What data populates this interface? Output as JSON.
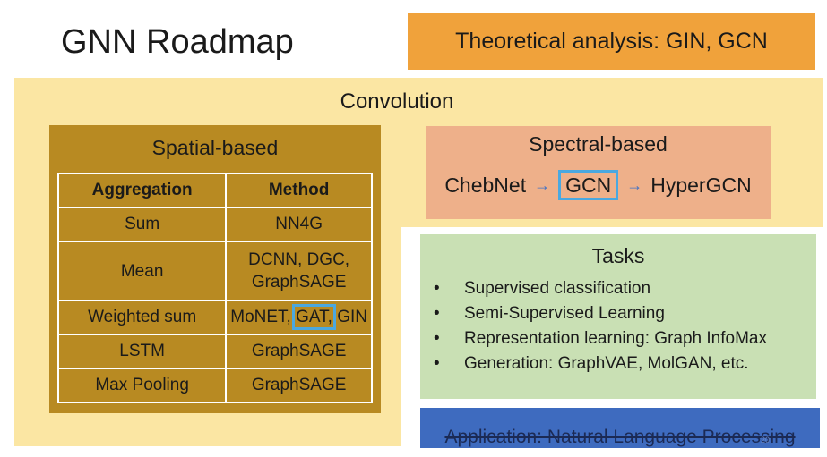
{
  "title": "GNN Roadmap",
  "theory": {
    "label": "Theoretical analysis: GIN, GCN"
  },
  "convolution": {
    "label": "Convolution"
  },
  "spatial": {
    "title": "Spatial-based",
    "headers": [
      "Aggregation",
      "Method"
    ],
    "rows": [
      {
        "aggregation": "Sum",
        "method": "NN4G"
      },
      {
        "aggregation": "Mean",
        "method_lines": [
          "DCNN, DGC,",
          "GraphSAGE"
        ]
      },
      {
        "aggregation": "Weighted sum",
        "method_parts": [
          "MoNET, ",
          "GAT,",
          " GIN"
        ]
      },
      {
        "aggregation": "LSTM",
        "method": "GraphSAGE"
      },
      {
        "aggregation": "Max Pooling",
        "method": "GraphSAGE"
      }
    ]
  },
  "spectral": {
    "title": "Spectral-based",
    "flow": [
      "ChebNet",
      "GCN",
      "HyperGCN"
    ],
    "arrow": "→"
  },
  "tasks": {
    "title": "Tasks",
    "bullet": "•",
    "items": [
      "Supervised classification",
      "Semi-Supervised Learning",
      "Representation learning: Graph InfoMax",
      "Generation: GraphVAE, MolGAN, etc."
    ]
  },
  "application": {
    "label": "Application: Natural Language Processing"
  },
  "page_number": "20",
  "colors": {
    "theory": "#f0a23b",
    "convolution": "#fbe6a3",
    "spatial": "#b88a22",
    "spectral": "#eeb08a",
    "tasks": "#c9e0b4",
    "application": "#3e6bbf",
    "highlight": "#4aa8e0"
  }
}
